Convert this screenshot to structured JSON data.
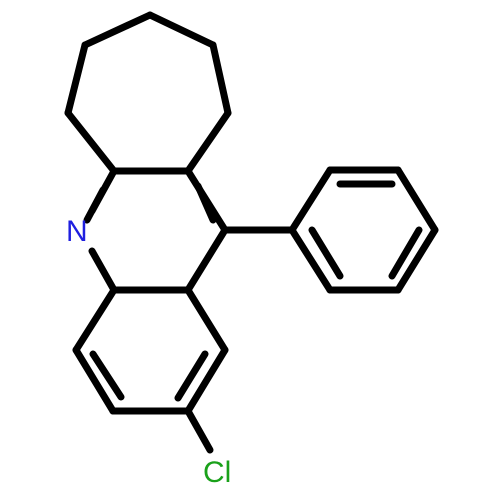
{
  "molecule": {
    "atoms": [
      {
        "id": "N",
        "symbol": "N",
        "color": "#1f1fe0"
      },
      {
        "id": "Cl",
        "symbol": "Cl",
        "color": "#1aa11a"
      }
    ]
  },
  "colors": {
    "bond": "#000000",
    "nitrogen": "#1f1fe0",
    "chlorine": "#1aa11a",
    "background": "#ffffff"
  }
}
